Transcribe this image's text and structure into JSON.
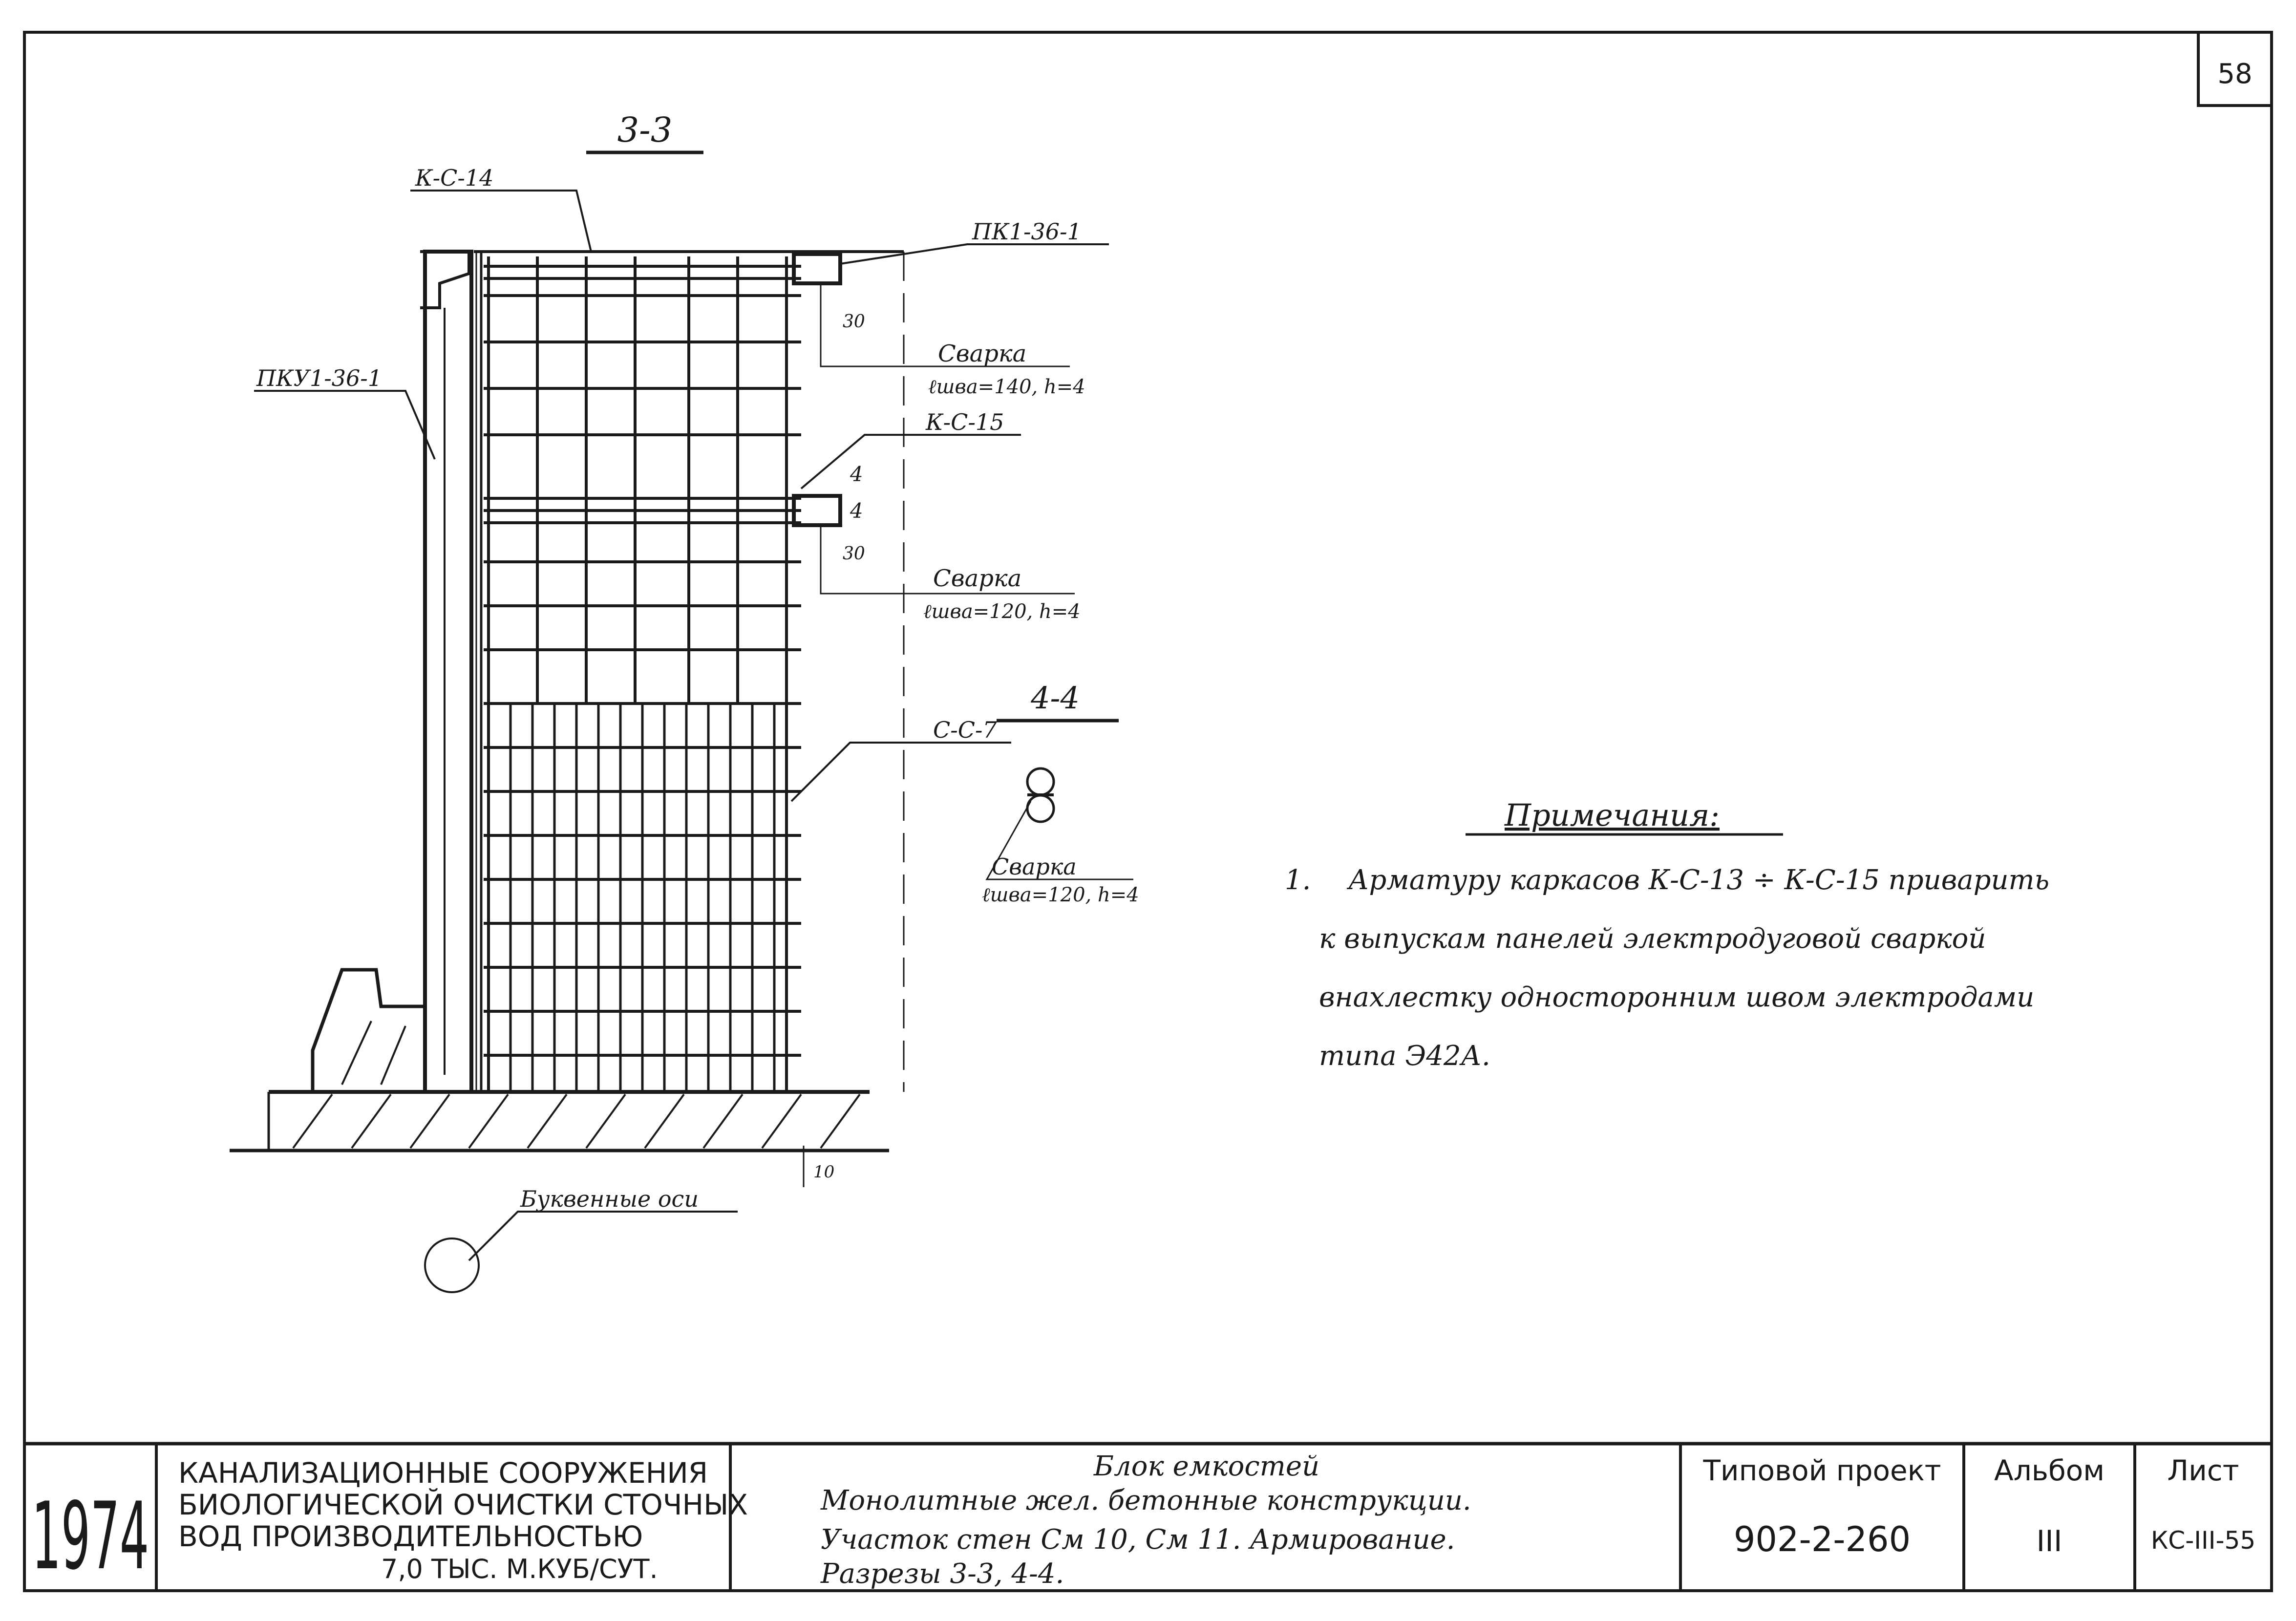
{
  "sheet_number": "58",
  "drawing": {
    "section_main": "3-3",
    "section_secondary": "4-4",
    "labels": {
      "k_s_14": "К-С-14",
      "pk1_36_1": "ПК1-36-1",
      "pku1_36_1": "ПКУ1-36-1",
      "k_s_15": "К-С-15",
      "s_s_7": "С-С-7",
      "letter_axes": "Буквенные оси"
    },
    "welds": [
      {
        "title": "Сварка",
        "spec": "ℓшва=140, h=4"
      },
      {
        "title": "Сварка",
        "spec": "ℓшва=120, h=4"
      },
      {
        "title": "Сварка",
        "spec": "ℓшва=120, h=4"
      }
    ],
    "dims": {
      "d30_top": "30",
      "d30_mid": "30",
      "d4_a": "4",
      "d4_b": "4",
      "d10": "10"
    }
  },
  "notes": {
    "heading": "Примечания:",
    "item_number": "1.",
    "lines": [
      "Арматуру каркасов К-С-13 ÷ К-С-15 приварить",
      "к выпускам панелей электродуговой сваркой",
      "внахлестку односторонним швом электродами",
      "типа Э42А."
    ]
  },
  "title_block": {
    "year": "1974",
    "org_lines": [
      "КАНАЛИЗАЦИОННЫЕ СООРУЖЕНИЯ",
      "БИОЛОГИЧЕСКОЙ ОЧИСТКИ СТОЧНЫХ",
      "ВОД ПРОИЗВОДИТЕЛЬНОСТЬЮ",
      "7,0 ТЫС. М.КУБ/СУТ."
    ],
    "desc_lines": [
      "Блок емкостей",
      "Монолитные жел. бетонные конструкции.",
      "Участок стен См 10, См 11. Армирование.",
      "Разрезы 3-3, 4-4."
    ],
    "project_label": "Типовой проект",
    "project_number": "902-2-260",
    "album_label": "Альбом",
    "album_value": "III",
    "sheet_label": "Лист",
    "sheet_value": "КС-III-55"
  }
}
